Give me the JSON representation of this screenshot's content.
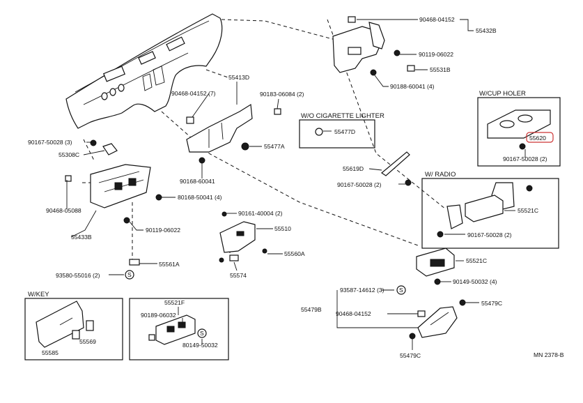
{
  "labels": {
    "p90468_04152_top": "90468-04152",
    "p55432B": "55432B",
    "p90119_06022_top": "90119-06022",
    "p55531B": "55531B",
    "p90188_60041_4": "90188-60041 (4)",
    "p55413D": "55413D",
    "p90468_04152_7": "90468-04152 (7)",
    "p90183_06084_2": "90183-06084 (2)",
    "p90167_50028_3": "90167-50028 (3)",
    "p55308C": "55308C",
    "p55477A": "55477A",
    "p90168_60041": "90168-60041",
    "p80168_50041_4": "80168-50041 (4)",
    "p90468_05088": "90468-05088",
    "p55433B": "55433B",
    "p90119_06022_mid": "90119-06022",
    "p90161_40004_2": "90161-40004 (2)",
    "p55510": "55510",
    "p55560A": "55560A",
    "p55574": "55574",
    "p55561A": "55561A",
    "p93580_55016_2": "93580-55016 (2)",
    "p55619D": "55619D",
    "p90167_50028_2_mid": "90167-50028 (2)",
    "p55477D": "55477D",
    "p55620": "55620",
    "p90167_50028_2_cup": "90167-50028 (2)",
    "p55521C_radio": "55521C",
    "p90167_50028_2_radio": "90167-50028 (2)",
    "p55521C_low": "55521C",
    "p90149_50032_4": "90149-50032 (4)",
    "p93587_14612_3": "93587-14612 (3)",
    "p55479C_top": "55479C",
    "p55479B": "55479B",
    "p90468_04152_low": "90468-04152",
    "p55479C_bot": "55479C",
    "p55521F": "55521F",
    "p90189_06032": "90189-06032",
    "p80149_50032": "80149-50032",
    "p55569": "55569",
    "p55585": "55585",
    "s_mark_1": "S",
    "s_mark_2": "S",
    "s_mark_3": "S"
  },
  "insets": {
    "cup_holder": "W/CUP HOLER",
    "cig_lighter": "W/O CIGARETTE LIGHTER",
    "radio": "W/ RADIO",
    "key": "W/KEY"
  },
  "footer": {
    "code": "MN 2378-B"
  },
  "colors": {
    "line": "#111111",
    "highlight": "#cc3333"
  }
}
